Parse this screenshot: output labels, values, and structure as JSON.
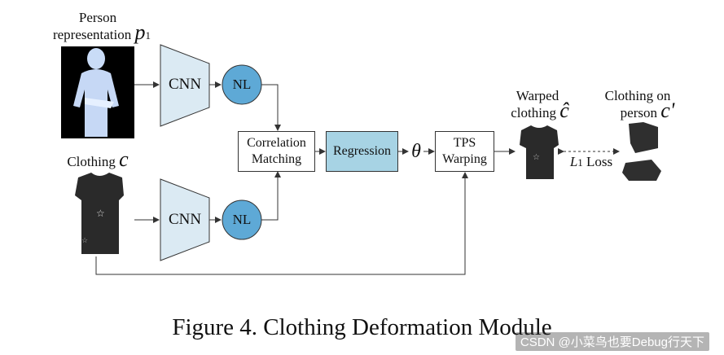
{
  "labels": {
    "person_line1": "Person",
    "person_line2": "representation",
    "person_symbol": "p",
    "person_sub": "1",
    "clothing": "Clothing",
    "clothing_symbol": "c",
    "warped_line1": "Warped",
    "warped_line2": "clothing",
    "warped_symbol": "ĉ",
    "on_person_line1": "Clothing on",
    "on_person_line2": "person",
    "on_person_symbol": "c'",
    "loss_symbol": "L",
    "loss_sub": "1",
    "loss_text": "Loss",
    "theta": "θ"
  },
  "blocks": {
    "cnn_top": "CNN",
    "cnn_bottom": "CNN",
    "nl_top": "NL",
    "nl_bottom": "NL",
    "corr_line1": "Correlation",
    "corr_line2": "Matching",
    "regression": "Regression",
    "tps_line1": "TPS",
    "tps_line2": "Warping"
  },
  "caption": "Figure 4. Clothing Deformation Module",
  "watermark": "CSDN @小菜鸟也要Debug行天下",
  "colors": {
    "cnn_fill": "#dbeaf3",
    "nl_fill": "#5ea9d6",
    "regression_fill": "#a7d3e4"
  }
}
